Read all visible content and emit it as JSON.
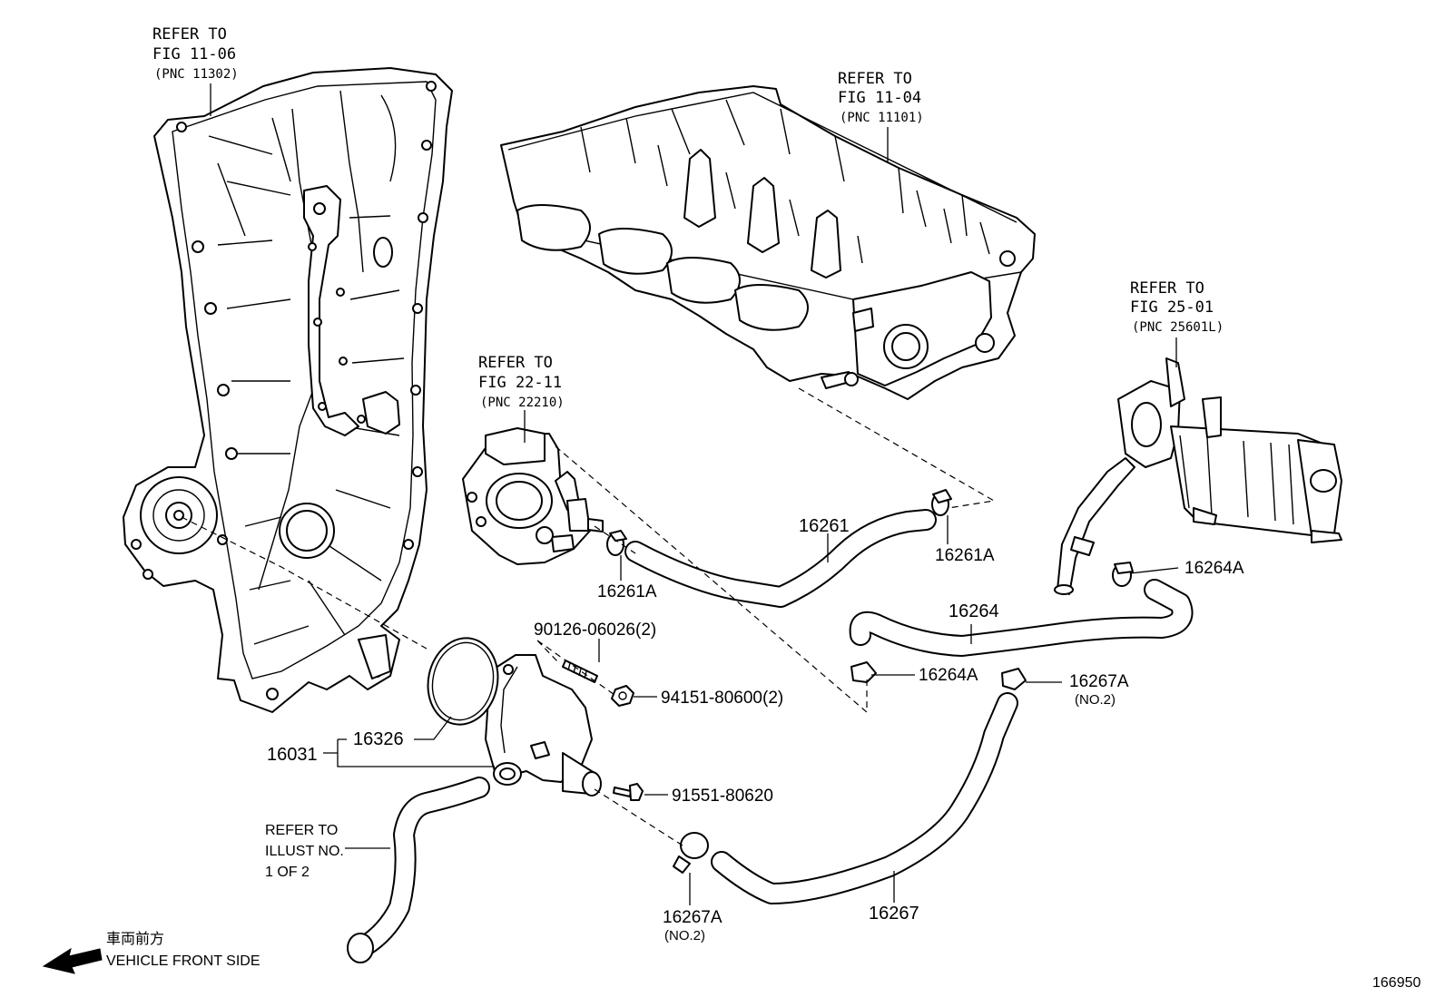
{
  "labels": {
    "timing_cover_ref": {
      "line1": "REFER TO",
      "line2": "FIG 11-06",
      "line3": "(PNC 11302)"
    },
    "head_ref": {
      "line1": "REFER TO",
      "line2": "FIG 11-04",
      "line3": "(PNC 11101)"
    },
    "throttle_ref": {
      "line1": "REFER TO",
      "line2": "FIG 22-11",
      "line3": "(PNC 22210)"
    },
    "egr_ref": {
      "line1": "REFER TO",
      "line2": "FIG 25-01",
      "line3": "(PNC 25601L)"
    },
    "illust_ref": {
      "line1": "REFER TO",
      "line2": "ILLUST NO.",
      "line3": "1 OF 2"
    }
  },
  "parts": {
    "p16261": "16261",
    "p16261A_upper": "16261A",
    "p16261A_lower": "16261A",
    "p16264": "16264",
    "p16264A_upper": "16264A",
    "p16264A_lower": "16264A",
    "p16267A_right": "16267A",
    "p16267A_right_note": "(NO.2)",
    "p16267A_lower": "16267A",
    "p16267A_lower_note": "(NO.2)",
    "p16267": "16267",
    "p16031": "16031",
    "p16326": "16326",
    "p90126": "90126-06026(2)",
    "p94151": "94151-80600(2)",
    "p91551": "91551-80620"
  },
  "direction": {
    "jp": "車両前方",
    "en": "VEHICLE FRONT SIDE"
  },
  "illustration_number": "166950"
}
